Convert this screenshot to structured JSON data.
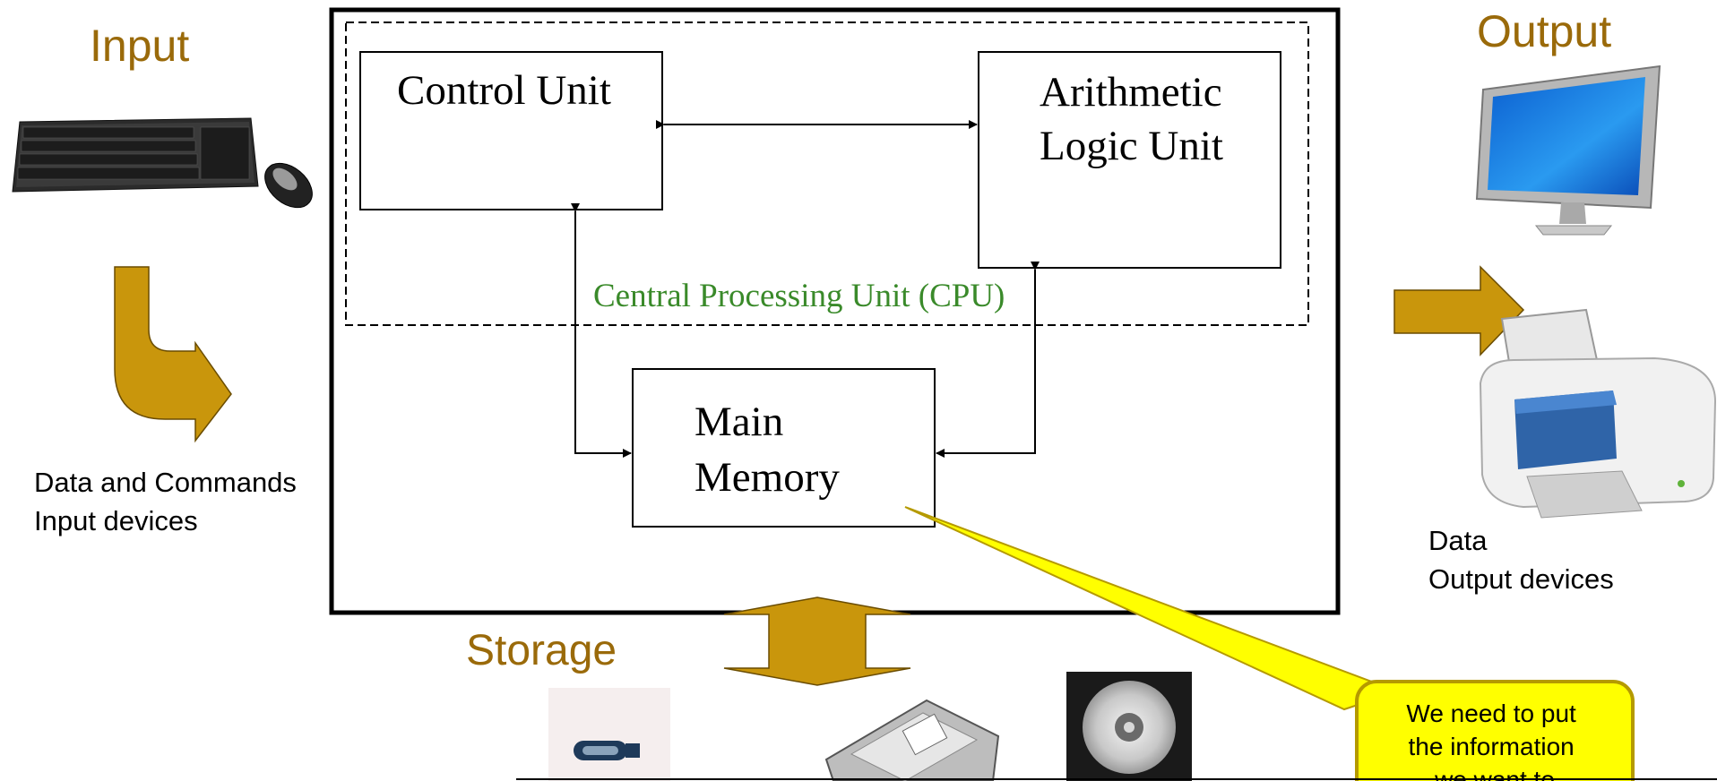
{
  "labels": {
    "input_heading": "Input",
    "output_heading": "Output",
    "storage_heading": "Storage",
    "input_caption": [
      "Data and Commands",
      "Input devices"
    ],
    "output_caption": [
      "Data",
      "Output devices"
    ],
    "control_unit": "Control Unit",
    "alu": [
      "Arithmetic",
      "Logic Unit"
    ],
    "cpu": "Central Processing Unit (CPU)",
    "main_memory": [
      "Main",
      "Memory"
    ],
    "callout": [
      "We need to put",
      "the information",
      "we want to"
    ]
  },
  "colors": {
    "heading": "#9a6a0a",
    "arrow_fill": "#c9960c",
    "cpu_label": "#3a8a2a",
    "callout_fill": "#ffff00",
    "callout_border": "#b59a00",
    "monitor_screen": "#2a8ee8",
    "printer_blue": "#2f64a8"
  },
  "icons": [
    "keyboard-icon",
    "mouse-icon",
    "monitor-icon",
    "printer-icon",
    "usb-drive-icon",
    "hard-disk-icon",
    "cd-case-icon"
  ]
}
